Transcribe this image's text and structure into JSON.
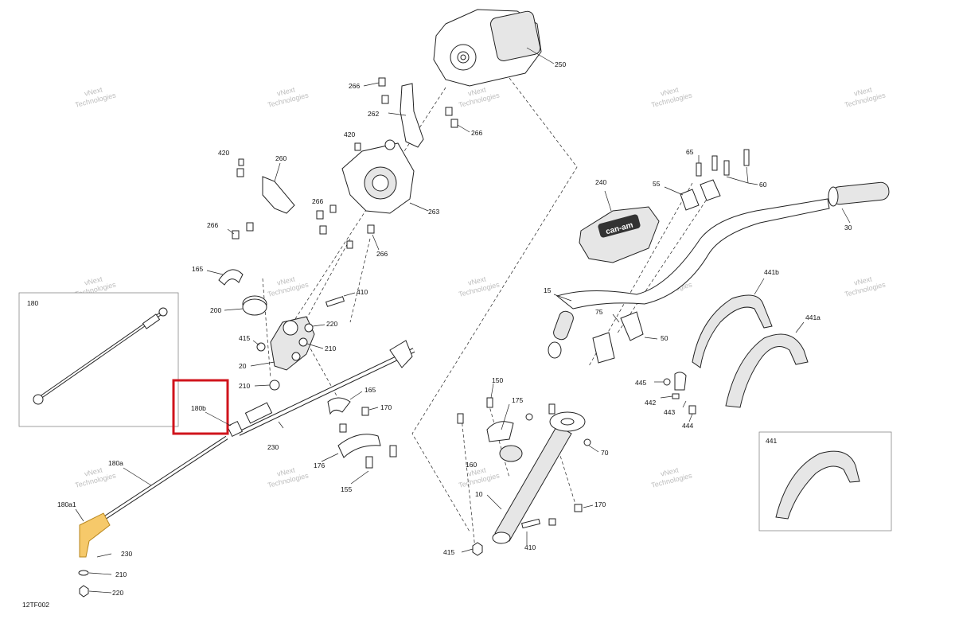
{
  "diagram_code": "12TF002",
  "watermark": {
    "line1": "vNext",
    "line2": "Technologies"
  },
  "highlight_color": "#d0141c",
  "inset_labels": {
    "left": "180",
    "right": "441"
  },
  "labels": {
    "l250": "250",
    "l266a": "266",
    "l262": "262",
    "l266b": "266",
    "l420a": "420",
    "l420b": "420",
    "l260": "260",
    "l266c": "266",
    "l266d": "266",
    "l263": "263",
    "l266e": "266",
    "l165a": "165",
    "l410a": "410",
    "l200": "200",
    "l220a": "220",
    "l415a": "415",
    "l210a": "210",
    "l20": "20",
    "l210b": "210",
    "l165b": "165",
    "l180b": "180b",
    "l170a": "170",
    "l230a": "230",
    "l176": "176",
    "l155": "155",
    "l180a": "180a",
    "l180a1": "180a1",
    "l230b": "230",
    "l210c": "210",
    "l220b": "220",
    "l65": "65",
    "l55": "55",
    "l60": "60",
    "l240": "240",
    "l30": "30",
    "l15": "15",
    "l75": "75",
    "l50": "50",
    "l441b": "441b",
    "l441a": "441a",
    "l445": "445",
    "l442": "442",
    "l443": "443",
    "l444": "444",
    "l150": "150",
    "l175": "175",
    "l160": "160",
    "l70": "70",
    "l10": "10",
    "l170b": "170",
    "l410b": "410",
    "l415b": "415",
    "brand": "can-am"
  }
}
